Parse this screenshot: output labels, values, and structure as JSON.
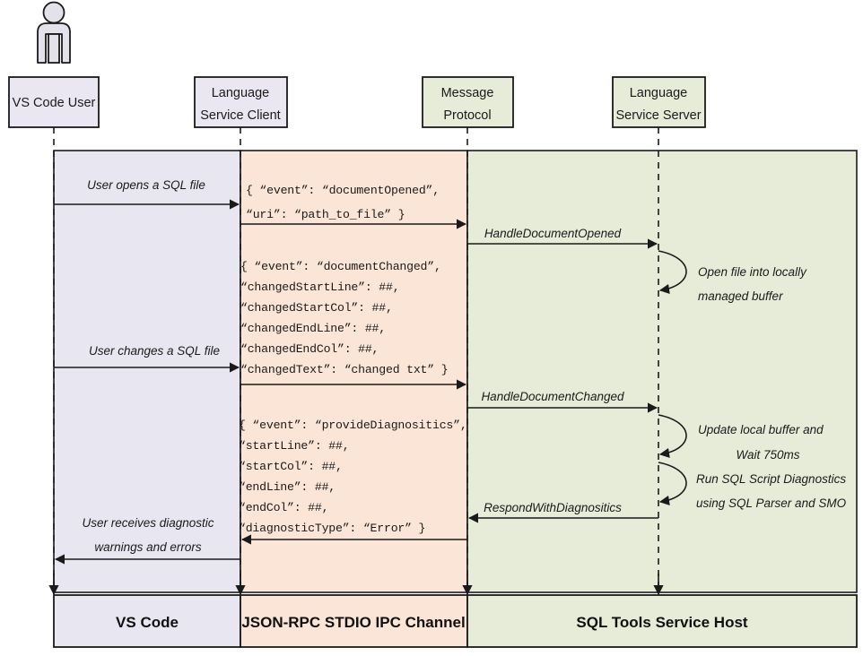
{
  "diagram": {
    "title": "SQL Tools Service language service sequence diagram",
    "type": "sequence-diagram",
    "colors": {
      "band_vscode": "#e8e6f0",
      "band_ipc": "#fbe5d6",
      "band_host": "#e6ecd8",
      "box_client_fill": "#eae7f2",
      "box_server_fill": "#e6ecd8",
      "stroke": "#1a1a1a",
      "actor_fill": "#e3e1ea"
    }
  },
  "actor": {
    "name": "VS Code User",
    "icon": "person-icon"
  },
  "lifelines": [
    {
      "id": "vscode-user",
      "line1": "VS Code User",
      "line2": "",
      "fill": "#eae7f2"
    },
    {
      "id": "language-client",
      "line1": "Language",
      "line2": "Service Client",
      "fill": "#eae7f2"
    },
    {
      "id": "message-protocol",
      "line1": "Message",
      "line2": "Protocol",
      "fill": "#e6ecd8"
    },
    {
      "id": "language-server",
      "line1": "Language",
      "line2": "Service Server",
      "fill": "#e6ecd8"
    }
  ],
  "bands": [
    {
      "id": "vs-code",
      "footer": "VS Code",
      "fill": "#e8e6f0"
    },
    {
      "id": "ipc",
      "footer": "JSON-RPC STDIO IPC Channel",
      "fill": "#fbe5d6"
    },
    {
      "id": "host",
      "footer": "SQL Tools Service Host",
      "fill": "#e6ecd8"
    }
  ],
  "messages": [
    {
      "id": "user-opens-file",
      "label": "User opens a SQL file",
      "direction": "right"
    },
    {
      "id": "handle-document-opened",
      "label": "HandleDocumentOpened",
      "direction": "right"
    },
    {
      "id": "user-changes-file",
      "label": "User changes a SQL file",
      "direction": "right"
    },
    {
      "id": "handle-document-changed",
      "label": "HandleDocumentChanged",
      "direction": "right"
    },
    {
      "id": "respond-with-diagnostics",
      "label": "RespondWithDiagnositics",
      "direction": "left"
    },
    {
      "id": "user-receives-diagnostics",
      "label_line1": "User receives diagnostic",
      "label_line2": "warnings and errors",
      "direction": "left"
    }
  ],
  "self_calls": [
    {
      "id": "open-file-buffer",
      "line1": "Open file into locally",
      "line2": "managed buffer"
    },
    {
      "id": "update-buffer-wait",
      "line1": "Update local buffer and",
      "line2": "Wait 750ms"
    },
    {
      "id": "run-diagnostics",
      "line1": "Run SQL Script Diagnostics",
      "line2": "using SQL Parser and SMO"
    }
  ],
  "payloads": [
    {
      "id": "document-opened-payload",
      "lines": [
        "{ “event”: “documentOpened”,",
        "   “uri”: “path_to_file” }"
      ]
    },
    {
      "id": "document-changed-payload",
      "lines": [
        "{ “event”: “documentChanged”,",
        "   “changedStartLine”: ##,",
        "   “changedStartCol”: ##,",
        "   “changedEndLine”: ##,",
        "   “changedEndCol”: ##,",
        "   “changedText”: “changed txt” }"
      ]
    },
    {
      "id": "provide-diagnostics-payload",
      "lines": [
        "{ “event”: “provideDiagnositics”,",
        "   “startLine”: ##,",
        "   “startCol”: ##,",
        "   “endLine”: ##,",
        "   “endCol”: ##,",
        "   “diagnosticType”: “Error” }"
      ]
    }
  ]
}
